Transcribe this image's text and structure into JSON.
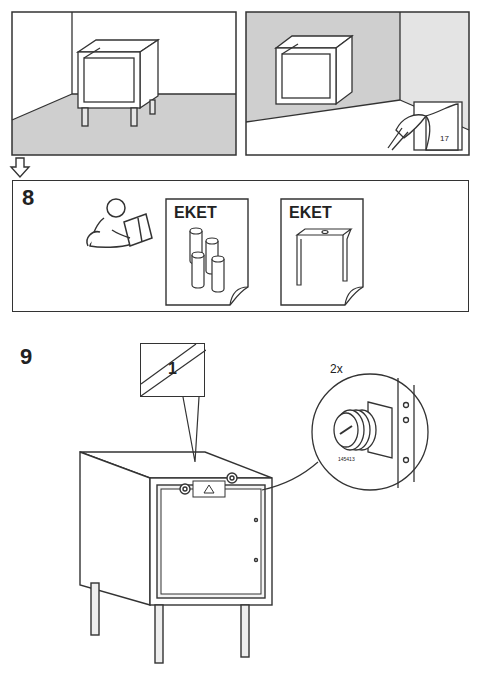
{
  "diagram": {
    "nodes": [
      {
        "text": [
          "8"
        ]
      },
      {
        "text": [
          "EKET"
        ],
        "in": 0
      },
      {
        "text": [
          "EKET"
        ],
        "in": 0
      },
      {
        "text": [
          "1"
        ]
      },
      {
        "text": [
          "2x",
          "145413"
        ]
      }
    ],
    "labels": [
      "17",
      "9"
    ]
  }
}
